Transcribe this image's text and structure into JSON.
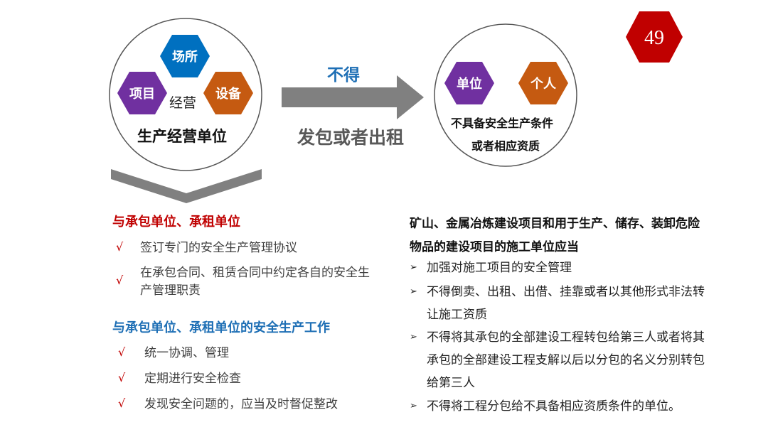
{
  "page_number": "49",
  "colors": {
    "purple": "#7030a0",
    "blue": "#0070c0",
    "orange": "#c55a11",
    "red": "#c00000",
    "gray": "#808080",
    "title_blue": "#1e6fb5"
  },
  "left_circle": {
    "hex_top": "场所",
    "hex_left": "项目",
    "hex_right": "设备",
    "center_word": "经营",
    "caption": "生产经营单位"
  },
  "arrow": {
    "top_label": "不得",
    "bottom_label": "发包或者出租"
  },
  "right_circle": {
    "hex_left": "单位",
    "hex_right": "个人",
    "line1": "不具备安全生产条件",
    "line2": "或者相应资质"
  },
  "section1": {
    "title": "与承包单位、承租单位",
    "check": "√",
    "items": [
      "签订专门的安全生产管理协议",
      "在承包合同、租赁合同中约定各自的安全生",
      "产管理职责"
    ]
  },
  "section2": {
    "title": "与承包单位、承租单位的安全生产工作",
    "check": "√",
    "items": [
      "统一协调、管理",
      "定期进行安全检查",
      "发现安全问题的，应当及时督促整改"
    ]
  },
  "right_section": {
    "heading_line1": "矿山、金属冶炼建设项目和用于生产、储存、装卸危险",
    "heading_line2": "物品的建设项目的施工单位应当",
    "bullet": "➢",
    "lines": [
      "加强对施工项目的安全管理",
      "不得倒卖、出租、出借、挂靠或者以其他形式非法转",
      "让施工资质",
      "不得将其承包的全部建设工程转包给第三人或者将其",
      "承包的全部建设工程支解以后以分包的名义分别转包",
      "给第三人",
      "不得将工程分包给不具备相应资质条件的单位。"
    ]
  }
}
